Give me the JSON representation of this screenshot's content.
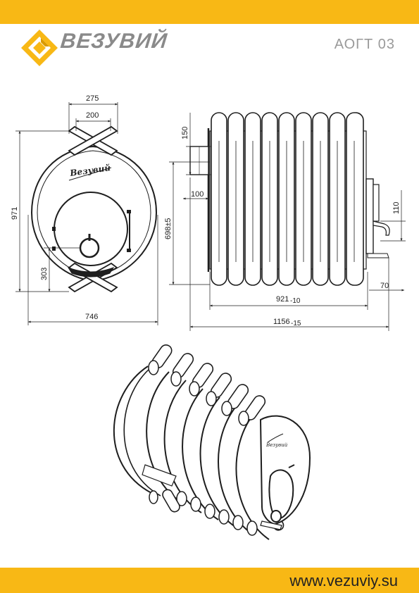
{
  "header": {
    "brand": "ВЕЗУВИЙ",
    "model": "АОГТ 03"
  },
  "footer": {
    "url": "www.vezuviy.su"
  },
  "drawing": {
    "front_view": {
      "width_top_outer": "275",
      "width_top_inner": "200",
      "height_total": "971",
      "height_door_axis": "303",
      "width_total": "746",
      "nameplate": "Везувий"
    },
    "side_view": {
      "chimney_height": "150",
      "chimney_offset": "100",
      "body_height": "698±5",
      "outlet_height": "110",
      "outlet_depth": "70",
      "body_length": "921",
      "body_length_tol": "-10",
      "total_length": "1156",
      "total_length_tol": "-15"
    }
  },
  "colors": {
    "accent": "#F8B815",
    "line": "#1e1e1e",
    "brand_grey": "#8a8a8a"
  }
}
